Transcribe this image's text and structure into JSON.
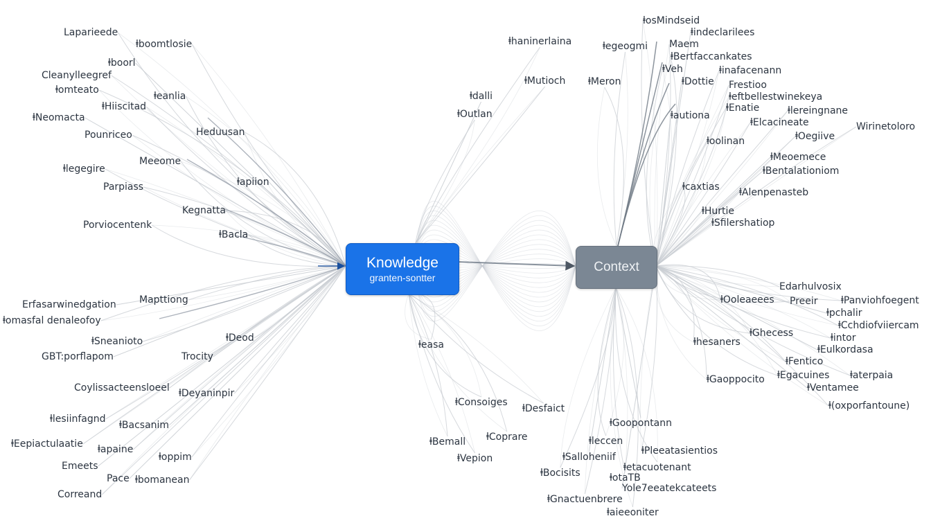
{
  "hubs": {
    "knowledge": {
      "title": "Knowledge",
      "subtitle": "granten-sontter"
    },
    "context": {
      "title": "Context"
    }
  },
  "colors": {
    "knowledge_hub": "#1a73e8",
    "context_hub": "#7b8794",
    "edge": "#c8ccd2"
  },
  "left_nodes": [
    "Laparieede",
    "ⱡboomtlosie",
    "ⱡboorl",
    "Cleanylleegref",
    "ⱡomteato",
    "ⱡeanlia",
    "ⱡHiiscitad",
    "ⱡNeomacta",
    "Pounriceo",
    "Heduusan",
    "Meeome",
    "ⱡlegegire",
    "ⱡapiion",
    "Parpiass",
    "Kegnatta",
    "Porviocentenk",
    "ⱡBacla",
    "Erfasarwinedgation",
    "Mapttiong",
    "ⱡomasfal denaleofoy",
    "ⱡDeod",
    "ⱡSneanioto",
    "GBT:porflapom",
    "Trocity",
    "Coylissacteensloeel",
    "ⱡDeyaninpir",
    "ⱡlesiinfagnd",
    "ⱡBacsanim",
    "ⱡEepiactulaatie",
    "ⱡapaine",
    "ⱡoppim",
    "Emeets",
    "Pace",
    "ⱡbomanean",
    "Correand"
  ],
  "top_nodes": [
    "ⱡhaninerlaina",
    "ⱡegeogmi",
    "ⱡdalli",
    "ⱡMutioch",
    "ⱡMeron",
    "ⱡOutlan"
  ],
  "right_top_nodes": [
    "ⱡosMindseid",
    "ⱡindeclarilees",
    "Maem",
    "ⱡBertfaccankates",
    "ⱡVeh",
    "ⱡinafacenann",
    "ⱡDottie",
    "Frestioo",
    "ⱡeftbellestwinekeya",
    "ⱡEnatie",
    "ⱡlereingnane",
    "ⱡautiona",
    "ⱡElcacineate",
    "Wirinetoloro",
    "ⱡoolinan",
    "ⱡOegiive",
    "ⱡMeoemece",
    "ⱡBentalationiom",
    "ⱡcaxtias",
    "ⱡAlenpenasteb",
    "ⱡHurtie",
    "ⱡSfilershatiop"
  ],
  "right_bottom_nodes": [
    "Edarhulvosix",
    "ⱡOoleaeees",
    "Preeir",
    "ⱡPanviohfoegent",
    "ⱡpchalir",
    "ⱡCchdiofviiercam",
    "ⱡhesaners",
    "ⱡGhecess",
    "ⱡintor",
    "ⱡEulkordasa",
    "ⱡFentico",
    "ⱡGaoppocito",
    "ⱡEgacuines",
    "ⱡaterpaia",
    "ⱡVentamee",
    "ⱡ(oxporfantoune)"
  ],
  "bottom_nodes": [
    "ⱡeasa",
    "ⱡConsoiges",
    "ⱡDesfaict",
    "ⱡGoopontann",
    "ⱡBemall",
    "ⱡCoprare",
    "ⱡleccen",
    "ⱡVepion",
    "ⱡSalloheniif",
    "ⱡPleeatasientios",
    "ⱡBocisits",
    "ⱡetacuotenant",
    "ⱡotaTB",
    "Yole7eeatekcateets",
    "ⱡGnactuenbrere",
    "ⱡaieeoniter"
  ]
}
